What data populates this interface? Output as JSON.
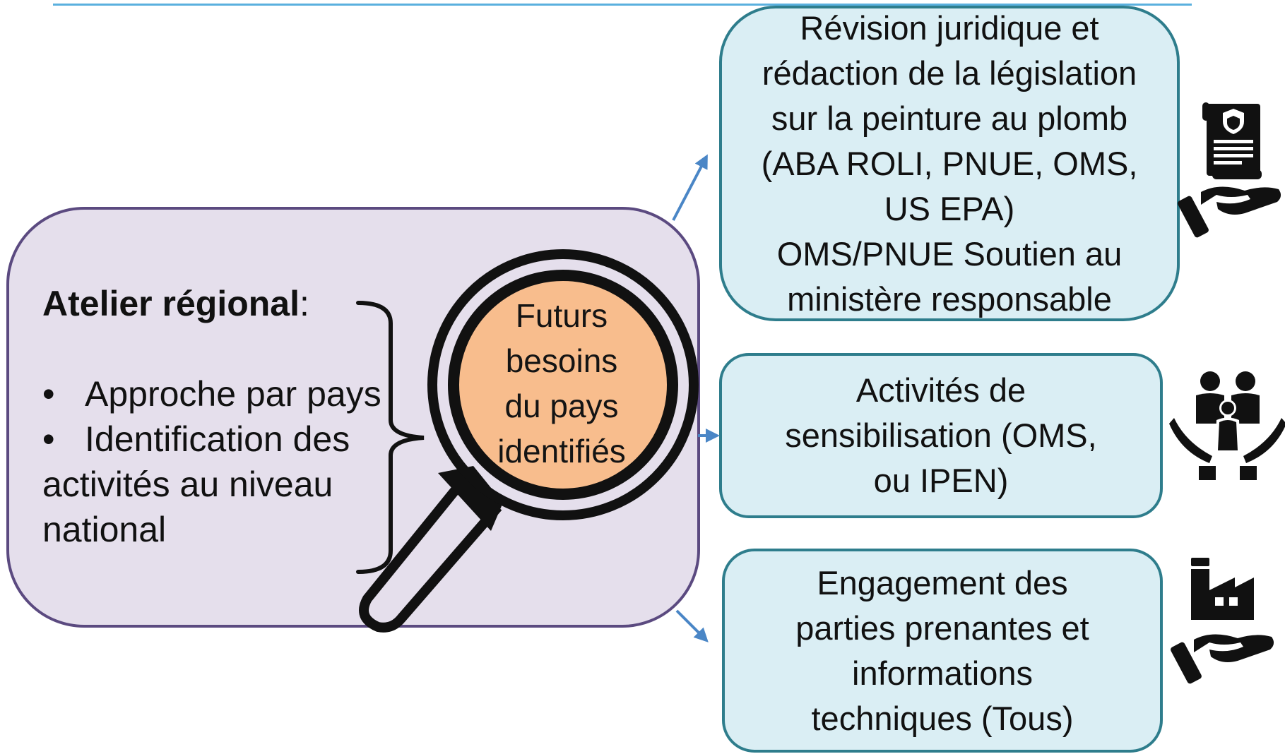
{
  "left": {
    "title": "Atelier régional",
    "title_suffix": ":",
    "bullets": [
      "Approche par pays",
      "Identification des"
    ],
    "continuation": [
      "activités au niveau",
      "national"
    ]
  },
  "center": {
    "lines": [
      "Futurs",
      "besoins",
      "du pays",
      "identifiés"
    ],
    "circle_color": "#f8bd8d"
  },
  "boxes": [
    {
      "lines": [
        "Révision juridique et",
        "rédaction de la législation",
        "sur la peinture au plomb",
        "(ABA ROLI, PNUE, OMS,",
        "US EPA)",
        "OMS/PNUE Soutien au",
        "ministère responsable"
      ],
      "icon": "legal-document-hand-icon"
    },
    {
      "lines": [
        "Activités de",
        "sensibilisation (OMS,",
        "ou IPEN)"
      ],
      "icon": "family-care-hands-icon"
    },
    {
      "lines": [
        "Engagement des",
        "parties prenantes et",
        "informations",
        "techniques (Tous)"
      ],
      "icon": "factory-hand-icon"
    }
  ],
  "colors": {
    "left_fill": "#e5dfec",
    "left_border": "#5b4a80",
    "right_fill": "#daeef4",
    "right_border": "#2e7d8c",
    "arrow": "#4a86c6",
    "top_line": "#5ab0de"
  }
}
